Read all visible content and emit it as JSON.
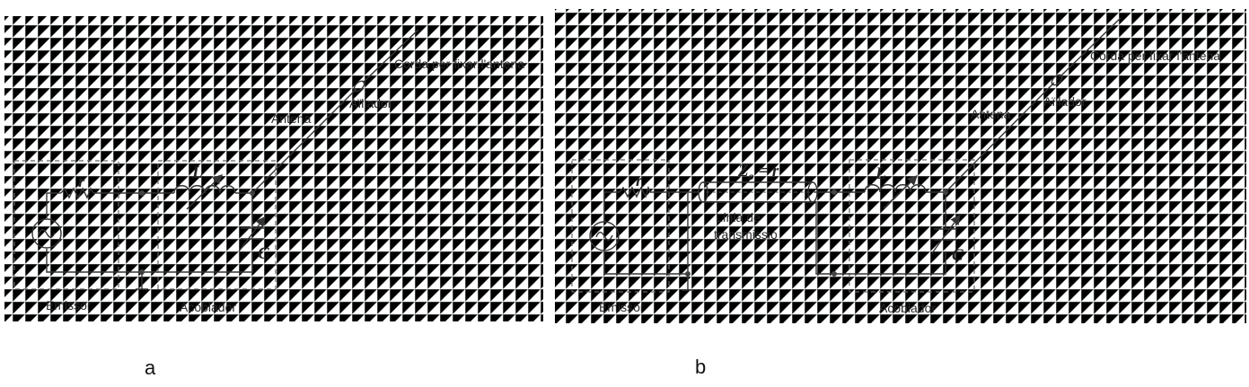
{
  "panel_a": {
    "label": "a",
    "emitter_label": "Emissor",
    "coupler_label": "Acoblador",
    "antenna_label": "Antena",
    "insulator_label": "Aïllador",
    "rope_label": "Corda per fixar l'antena",
    "resistor_symbol": "r",
    "inductor_symbol": "L",
    "capacitor_symbol": "C"
  },
  "panel_b": {
    "label": "b",
    "emitter_label": "Emissor",
    "coupler_label": "Acoblador",
    "antenna_label": "Antena",
    "insulator_label": "Aïllador",
    "rope_label": "Corda per fixar l'antena",
    "resistor_symbol": "r",
    "inductor_symbol": "L",
    "capacitor_symbol": "C",
    "line_impedance_symbol": "Z",
    "line_impedance_subscript": "o",
    "line_impedance_rhs": " = r",
    "line_label_1": "Línia de",
    "line_label_2": "transmissió"
  }
}
